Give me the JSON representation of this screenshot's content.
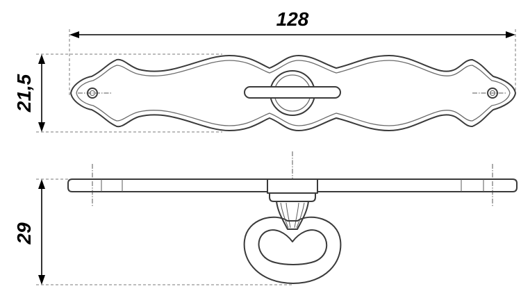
{
  "dimensions": {
    "length": "128",
    "plate_height": "21,5",
    "total_depth": "29"
  }
}
